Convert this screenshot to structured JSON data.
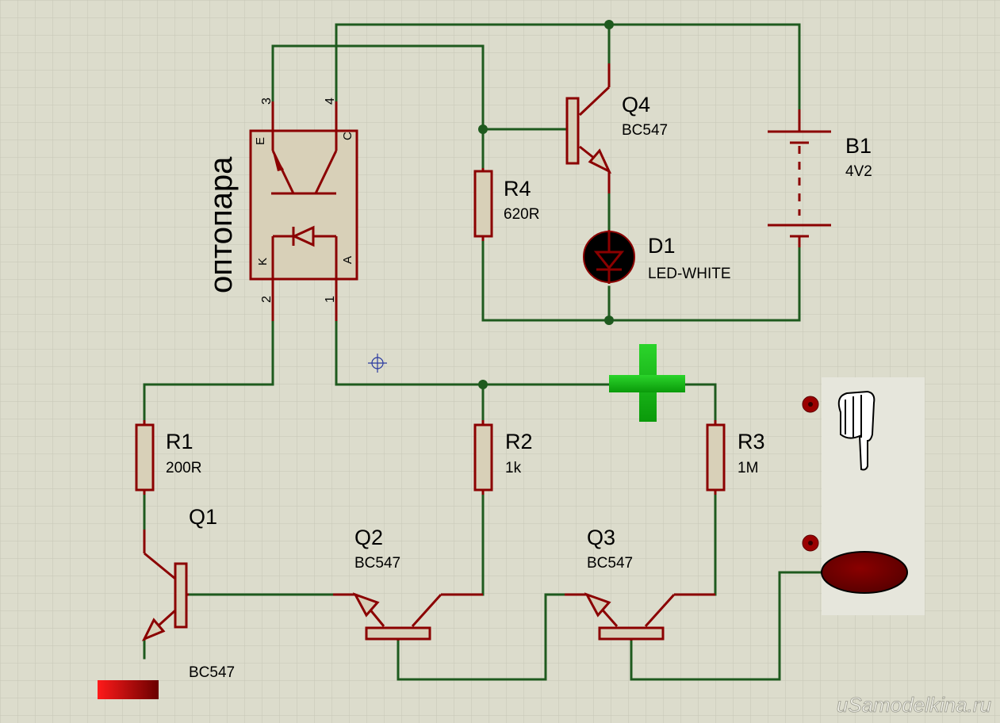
{
  "components": {
    "optocoupler": {
      "label": "оптопара",
      "pins": {
        "p1": "1",
        "p2": "2",
        "p3": "3",
        "p4": "4"
      },
      "pin_names": {
        "E": "E",
        "C": "C",
        "K": "K",
        "A": "A"
      }
    },
    "Q1": {
      "ref": "Q1",
      "value": "BC547"
    },
    "Q2": {
      "ref": "Q2",
      "value": "BC547"
    },
    "Q3": {
      "ref": "Q3",
      "value": "BC547"
    },
    "Q4": {
      "ref": "Q4",
      "value": "BC547"
    },
    "R1": {
      "ref": "R1",
      "value": "200R"
    },
    "R2": {
      "ref": "R2",
      "value": "1k"
    },
    "R3": {
      "ref": "R3",
      "value": "1M"
    },
    "R4": {
      "ref": "R4",
      "value": "620R"
    },
    "D1": {
      "ref": "D1",
      "value": "LED-WHITE"
    },
    "B1": {
      "ref": "B1",
      "value": "4V2"
    }
  },
  "icons": {
    "plus": "plus-icon",
    "hand": "pointing-hand-icon",
    "crosshair": "crosshair-icon",
    "contact_dots": "contact-dot-icon"
  },
  "colors": {
    "background": "#dcdccc",
    "grid": "#c6c6b6",
    "wire": "#1e5a1e",
    "component": "#8b0000",
    "component_fill": "#d8d0b8",
    "plus": "#12c412",
    "red_bar": "#e00000",
    "ellipse": "#7a0000"
  },
  "watermark": "uSamodelkina.ru"
}
